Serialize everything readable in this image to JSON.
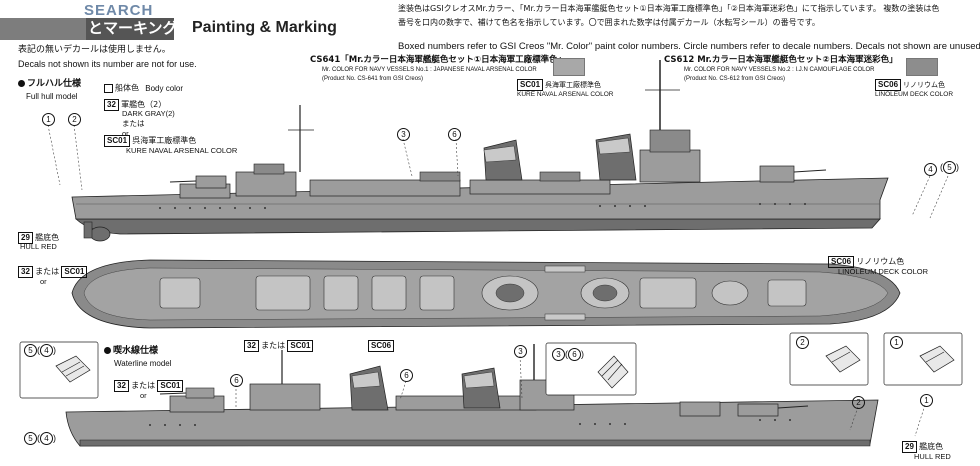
{
  "header": {
    "watermark": "SEARCH",
    "title_jp": "とマーキング",
    "title_en": "Painting & Marking",
    "decal_note_jp": "表記の無いデカールは使用しません。",
    "decal_note_en": "Decals not shown its number are not for use.",
    "instruction_jp_1": "塗装色はGSIクレオスMr.カラー、「Mr.カラー日本海軍艦艇色セット①日本海軍工廠標準色」「②日本海軍迷彩色」にて指示しています。 複数の塗装は色",
    "instruction_jp_2": "番号を口内の数字で、補けて色名を指示しています。〇で囲まれた数字は付属デカール（水転写シール）の番号です。",
    "instruction_en_1": "Boxed numbers refer to GSI Creos \"Mr. Color\" paint color numbers. Circle numbers refer to decale numbers. Decals not shown are unused."
  },
  "color_sets": {
    "set1_title": "CS641「Mr.カラー日本海軍艦艇色セット①日本海軍工廠標準色」",
    "set1_en": "Mr. COLOR FOR NAVY VESSELS No.1 : JAPANESE NAVAL ARSENAL COLOR",
    "set1_product": "(Product No. CS-641 from GSI Creos)",
    "set1_swatch_code": "SC01",
    "set1_swatch_jp": "呉海軍工廠標準色",
    "set1_swatch_en": "KURE NAVAL ARSENAL COLOR",
    "set2_title": "CS612 Mr.カラー日本海軍艦艇色セット②日本海軍迷彩色」",
    "set2_en": "Mr. COLOR FOR NAVY VESSELS No.2 : I.J.N CAMOUFLAGE COLOR",
    "set2_product": "(Product No. CS-612 from GSI Creos)",
    "set2_swatch_code": "SC06",
    "set2_swatch_jp": "リノリウム色",
    "set2_swatch_en": "LINOLEUM DECK COLOR"
  },
  "full_hull": {
    "label_jp": "フルハル仕様",
    "label_en": "Full hull model",
    "body_color_jp": "船体色",
    "body_color_en": "Body color",
    "c32_code": "32",
    "c32_jp": "軍艦色（2）",
    "c32_en": "DARK GRAY(2)",
    "or_jp": "または",
    "or_en": "or",
    "sc01_code": "SC01",
    "sc01_jp": "呉海軍工廠標準色",
    "sc01_en": "KURE NAVAL ARSENAL COLOR",
    "hull_red_code": "29",
    "hull_red_jp": "艦底色",
    "hull_red_en": "HULL RED"
  },
  "deck": {
    "c32": "32",
    "or_jp": "または",
    "or_en": "or",
    "sc01": "SC01",
    "sc06": "SC06",
    "sc06_jp": "リノリウム色",
    "sc06_en": "LINOLEUM DECK COLOR"
  },
  "waterline": {
    "label_jp": "喫水線仕様",
    "label_en": "Waterline model",
    "c32": "32",
    "or_jp": "または",
    "or_en": "or",
    "sc01": "SC01",
    "hull_red_code": "29",
    "hull_red_jp": "艦底色",
    "hull_red_en": "HULL RED"
  },
  "decals": {
    "d1": "1",
    "d2": "2",
    "d3": "3",
    "d4": "4",
    "d5": "5",
    "d6": "6"
  },
  "colors": {
    "ship_gray": "#9c9c9c",
    "ship_dark": "#6e6e6e",
    "ship_light": "#c9c9c9",
    "deck": "#8a8a8a",
    "swatch_gray": "#a8a8a8",
    "title_bar": "#555555"
  }
}
